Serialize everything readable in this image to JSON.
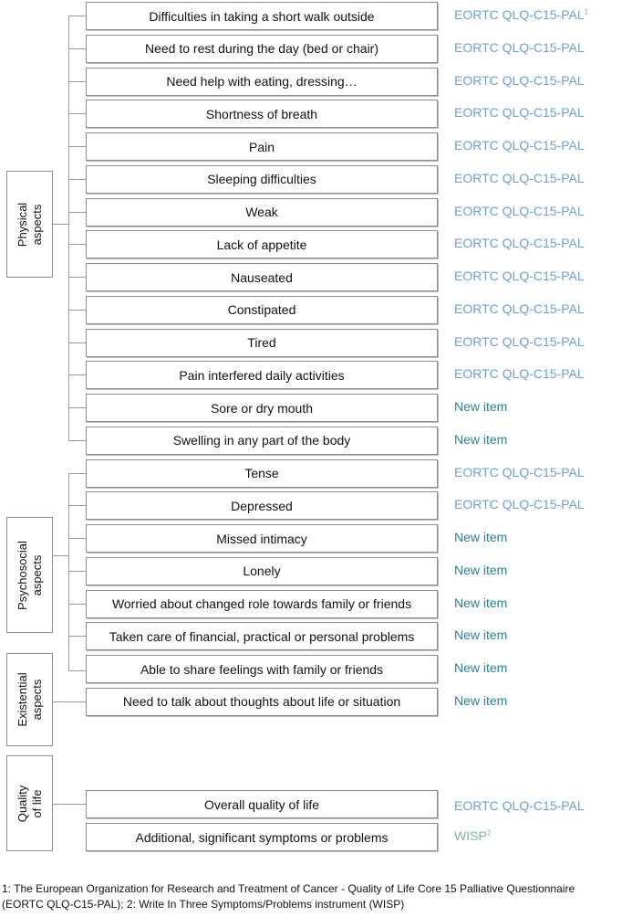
{
  "colors": {
    "eortc": "#6fa0cf",
    "new": "#2e7f92",
    "wisp": "#7fb59c",
    "line": "#9a9a9a"
  },
  "categories": [
    {
      "id": "physical",
      "label": "Physical\naspects"
    },
    {
      "id": "psychosocial",
      "label": "Psychosocial\naspects"
    },
    {
      "id": "existential",
      "label": "Existential\naspects"
    },
    {
      "id": "quality",
      "label": "Quality\nof life"
    }
  ],
  "items": [
    {
      "text": "Difficulties in taking a short walk outside",
      "source": "EORTC QLQ-C15-PAL",
      "sup": "1",
      "type": "eortc"
    },
    {
      "text": "Need to rest during the day (bed or chair)",
      "source": "EORTC QLQ-C15-PAL",
      "type": "eortc"
    },
    {
      "text": "Need help with eating, dressing…",
      "source": "EORTC QLQ-C15-PAL",
      "type": "eortc"
    },
    {
      "text": "Shortness of breath",
      "source": "EORTC QLQ-C15-PAL",
      "type": "eortc"
    },
    {
      "text": "Pain",
      "source": "EORTC QLQ-C15-PAL",
      "type": "eortc"
    },
    {
      "text": "Sleeping difficulties",
      "source": "EORTC QLQ-C15-PAL",
      "type": "eortc"
    },
    {
      "text": "Weak",
      "source": "EORTC QLQ-C15-PAL",
      "type": "eortc"
    },
    {
      "text": "Lack of appetite",
      "source": "EORTC QLQ-C15-PAL",
      "type": "eortc"
    },
    {
      "text": "Nauseated",
      "source": "EORTC QLQ-C15-PAL",
      "type": "eortc"
    },
    {
      "text": "Constipated",
      "source": "EORTC QLQ-C15-PAL",
      "type": "eortc"
    },
    {
      "text": "Tired",
      "source": "EORTC QLQ-C15-PAL",
      "type": "eortc"
    },
    {
      "text": "Pain interfered daily activities",
      "source": "EORTC QLQ-C15-PAL",
      "type": "eortc"
    },
    {
      "text": "Sore or dry mouth",
      "source": "New item",
      "type": "new"
    },
    {
      "text": "Swelling in any part of the body",
      "source": "New item",
      "type": "new"
    },
    {
      "text": "Tense",
      "source": "EORTC QLQ-C15-PAL",
      "type": "eortc"
    },
    {
      "text": "Depressed",
      "source": "EORTC QLQ-C15-PAL",
      "type": "eortc"
    },
    {
      "text": "Missed intimacy",
      "source": "New item",
      "type": "new"
    },
    {
      "text": "Lonely",
      "source": "New item",
      "type": "new"
    },
    {
      "text": "Worried about changed role towards family or friends",
      "source": "New item",
      "type": "new"
    },
    {
      "text": "Taken care of financial, practical or personal problems",
      "source": "New item",
      "type": "new"
    },
    {
      "text": "Able to share feelings with family or friends",
      "source": "New item",
      "type": "new"
    },
    {
      "text": "Need to talk about thoughts about life or situation",
      "source": "New item",
      "type": "new"
    },
    {
      "text": "Overall quality of life",
      "source": "EORTC QLQ-C15-PAL",
      "type": "eortc"
    },
    {
      "text": "Additional, significant symptoms or problems",
      "source": "WISP",
      "sup": "2",
      "type": "wisp"
    }
  ],
  "footnote": {
    "line1": "1: The European Organization for Research and Treatment of Cancer - Quality of Life Core 15 Palliative Questionnaire",
    "line2": "(EORTC QLQ-C15-PAL); 2: Write In Three Symptoms/Problems instrument (WISP)"
  }
}
